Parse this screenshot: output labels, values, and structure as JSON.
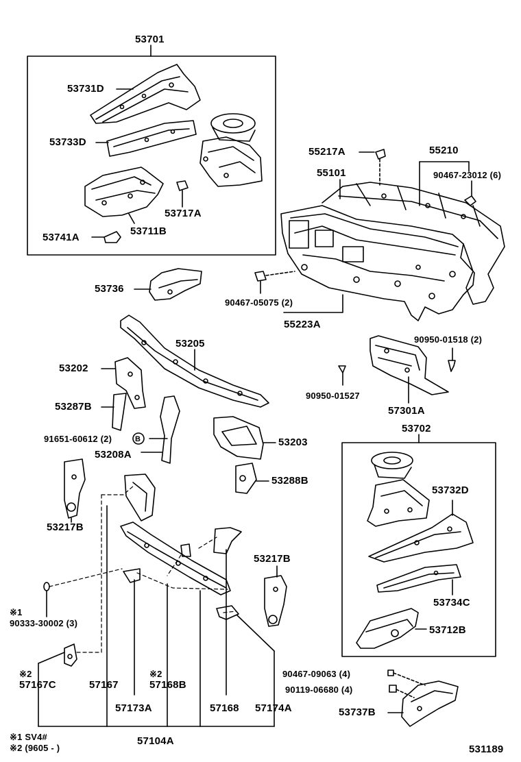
{
  "diagram_id": "531189",
  "groups": {
    "left_box": "53701",
    "right_box": "53702"
  },
  "parts": {
    "p53731D": "53731D",
    "p53733D": "53733D",
    "p53717A": "53717A",
    "p53741A": "53741A",
    "p53711B": "53711B",
    "p53736": "53736",
    "p55217A": "55217A",
    "p55210": "55210",
    "p55101": "55101",
    "p90467_23012": "90467-23012 (6)",
    "p90467_05075": "90467-05075 (2)",
    "p55223A": "55223A",
    "p53205": "53205",
    "p53202": "53202",
    "p53287B": "53287B",
    "p91651_60612": "91651-60612 (2)",
    "circle_b": "B",
    "p53208A": "53208A",
    "p53203": "53203",
    "p53288B": "53288B",
    "p53217B_left": "53217B",
    "p53217B_right": "53217B",
    "p90950_01518": "90950-01518 (2)",
    "p90950_01527": "90950-01527",
    "p57301A": "57301A",
    "p53732D": "53732D",
    "p53734C": "53734C",
    "p53712B": "53712B",
    "p90333_30002": "90333-30002 (3)",
    "p57167C": "57167C",
    "p57167": "57167",
    "p57168B": "57168B",
    "p57173A": "57173A",
    "p57168": "57168",
    "p57174A": "57174A",
    "p57104A": "57104A",
    "p90467_09063": "90467-09063 (4)",
    "p90119_06680": "90119-06680 (4)",
    "p53737B": "53737B"
  },
  "marks": {
    "m1": "※1",
    "m2": "※2",
    "m2b": "※2"
  },
  "legend": {
    "line1": "※1 SV4#",
    "line2": "※2 (9605 -       )"
  }
}
